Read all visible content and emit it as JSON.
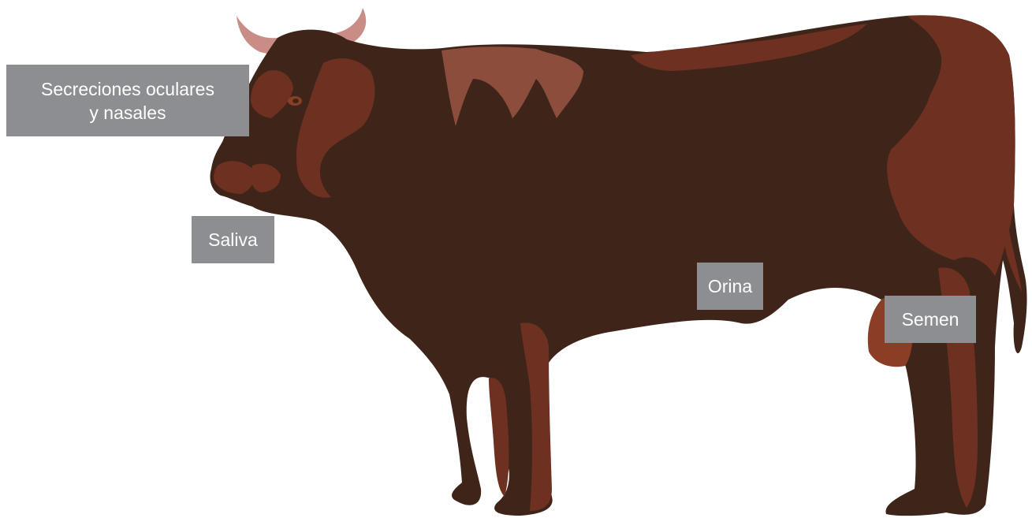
{
  "labels": {
    "ocular": "Secreciones oculares\ny nasales",
    "saliva": "Saliva",
    "orina": "Orina",
    "semen": "Semen"
  },
  "colors": {
    "body_dark": "#3f2519",
    "body_mid": "#6e3121",
    "body_light": "#8a3e26",
    "patch_pale": "#8c4d3c",
    "horn": "#c98d86",
    "label_bg": "#8d8e92",
    "label_text": "#ffffff"
  },
  "icons": {
    "illustration": "bull-silhouette-icon"
  }
}
